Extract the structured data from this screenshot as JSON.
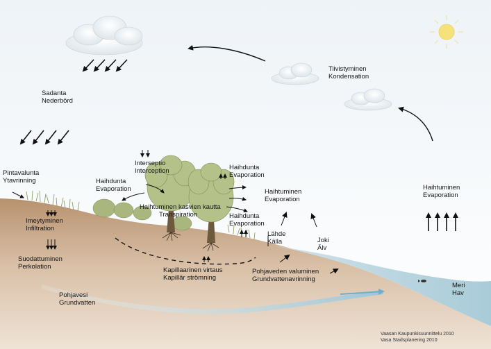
{
  "colors": {
    "sky_top": "#eef3f7",
    "ground": "#c9a98c",
    "sea": "#cfe3ea",
    "sun": "#f6e27a",
    "arrow": "#111111"
  },
  "labels": {
    "sadanta": [
      "Sadanta",
      "Nederbörd"
    ],
    "tiivistyminen": [
      "Tiivistyminen",
      "Kondensation"
    ],
    "pintavalunta": [
      "Pintavalunta",
      "Ytavrinning"
    ],
    "interseptio": [
      "Interseptio",
      "Interception"
    ],
    "haihdunta_left": [
      "Haihdunta",
      "Evaporation"
    ],
    "haihdunta_tree": [
      "Haihdunta",
      "Evaporation"
    ],
    "haihtuminen_mid": [
      "Haihtuminen",
      "Evaporation"
    ],
    "haihtuminen_sea": [
      "Haihtuminen",
      "Evaporation"
    ],
    "transpiration": [
      "Haihtuminen kasvien kautta",
      "Transpiration"
    ],
    "haihdunta_low": [
      "Haihdunta",
      "Evaporation"
    ],
    "imeytyminen": [
      "Imeytyminen",
      "Infiltration"
    ],
    "lahde": [
      "Lähde",
      "Källa"
    ],
    "joki": [
      "Joki",
      "Älv"
    ],
    "suodattuminen": [
      "Suodattuminen",
      "Perkolation"
    ],
    "kapillaarinen": [
      "Kapillaarinen virtaus",
      "Kapillär strömning"
    ],
    "pohjavesi_valuminen": [
      "Pohjaveden valuminen",
      "Grundvattenavrinning"
    ],
    "meri": [
      "Meri",
      "Hav"
    ],
    "pohjavesi": [
      "Pohjavesi",
      "Grundvatten"
    ]
  },
  "credits": [
    "Vaasan Kaupunkisuunnittelu 2010",
    "Vasa Stadsplanering 2010"
  ]
}
